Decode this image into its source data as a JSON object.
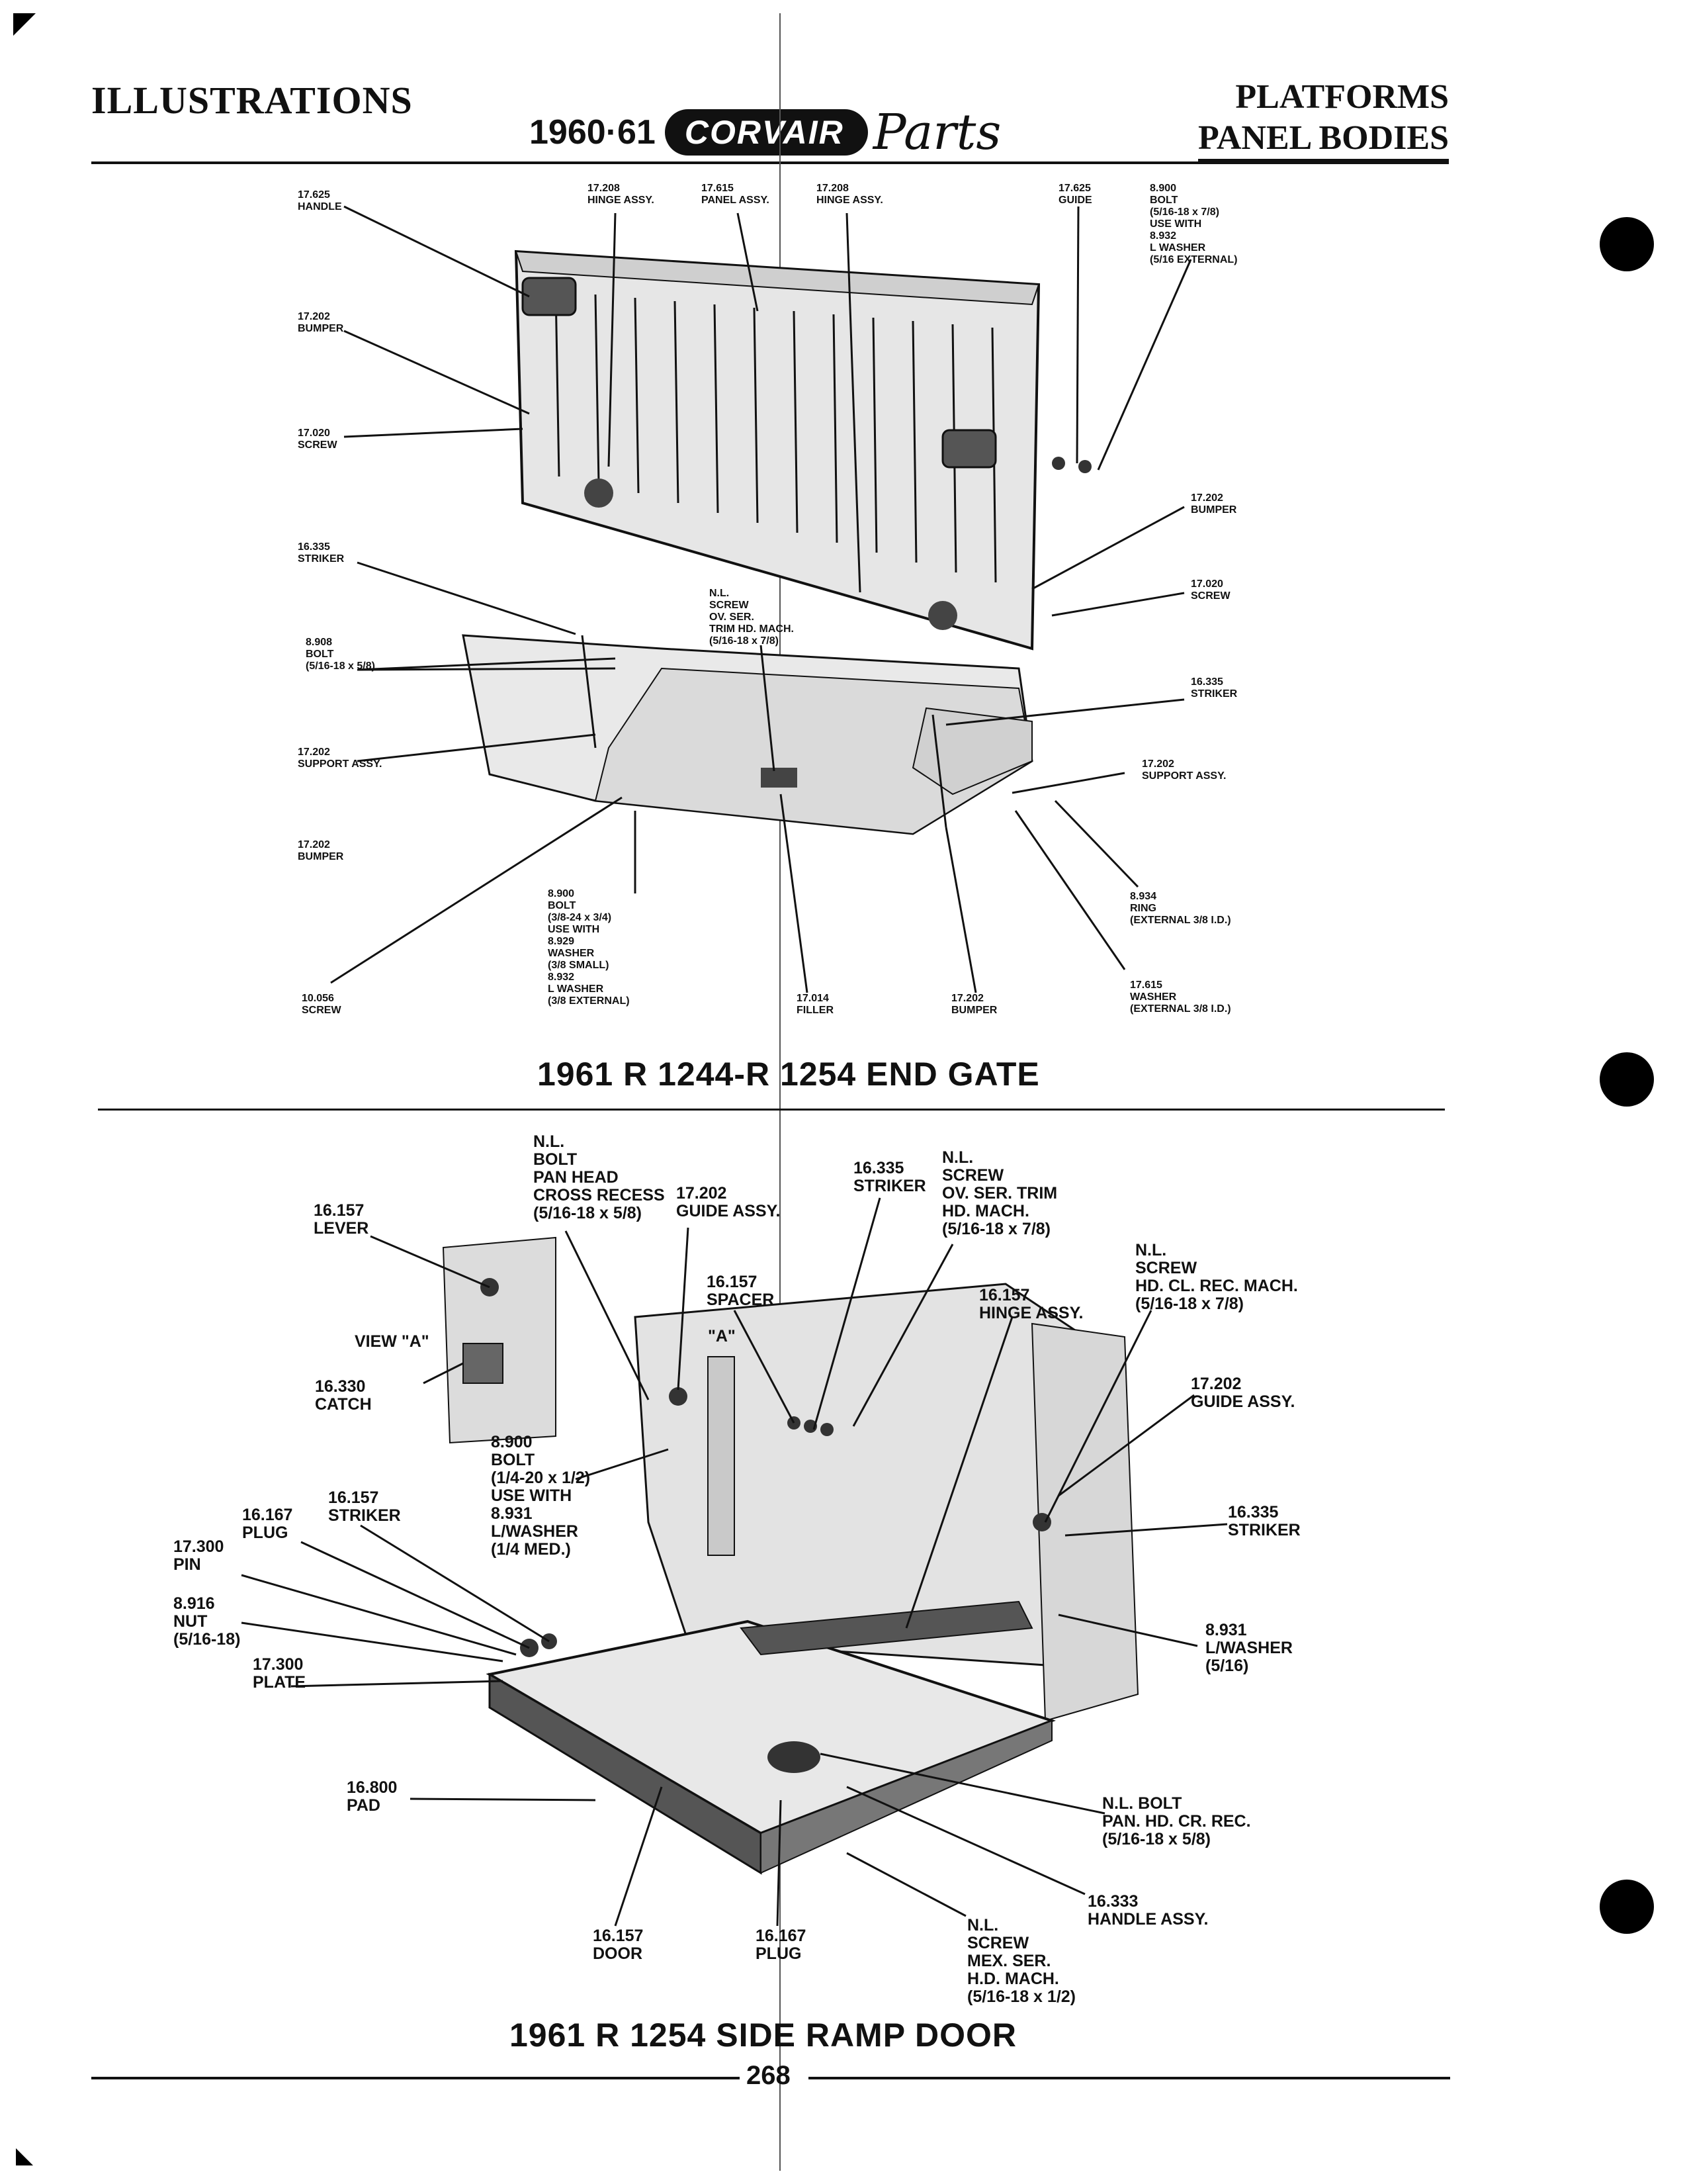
{
  "header": {
    "section_left": "ILLUSTRATIONS",
    "year": "1960·61",
    "brand": "CORVAIR",
    "brand_script": "Parts",
    "section_right_line1": "PLATFORMS",
    "section_right_line2": "PANEL BODIES"
  },
  "figure1": {
    "caption": "1961 R 1244-R 1254 END GATE",
    "labels": [
      "17.625\nHANDLE",
      "17.208\nHINGE ASSY.",
      "17.615\nPANEL ASSY.",
      "17.208\nHINGE ASSY.",
      "17.625\nGUIDE",
      "8.900\nBOLT\n(5/16-18 x 7/8)\nUSE WITH\n8.932\nL WASHER\n(5/16 EXTERNAL)",
      "17.202\nBUMPER",
      "17.020\nSCREW",
      "17.202\nBUMPER",
      "17.020\nSCREW",
      "16.335\nSTRIKER",
      "N.L.\nSCREW\nOV. SER.\nTRIM HD. MACH.\n(5/16-18 x 7/8)",
      "8.908\nBOLT\n(5/16-18 x 5/8)",
      "16.335\nSTRIKER",
      "17.202\nSUPPORT ASSY.",
      "17.202\nSUPPORT ASSY.",
      "17.202\nBUMPER",
      "8.934\nRING\n(EXTERNAL 3/8 I.D.)",
      "8.900\nBOLT\n(3/8-24 x 3/4)\nUSE WITH\n8.929\nWASHER\n(3/8 SMALL)\n8.932\nL WASHER\n(3/8 EXTERNAL)",
      "17.615\nWASHER\n(EXTERNAL 3/8 I.D.)",
      "10.056\nSCREW",
      "17.014\nFILLER",
      "17.202\nBUMPER"
    ]
  },
  "figure2": {
    "caption": "1961 R 1254 SIDE RAMP DOOR",
    "labels": [
      "N.L.\nBOLT\nPAN HEAD\nCROSS RECESS\n(5/16-18 x 5/8)",
      "17.202\nGUIDE ASSY.",
      "16.335\nSTRIKER",
      "N.L.\nSCREW\nOV. SER. TRIM\nHD. MACH.\n(5/16-18 x 7/8)",
      "16.157\nLEVER",
      "16.157\nSPACER",
      "16.157\nHINGE ASSY.",
      "N.L.\nSCREW\nHD. CL. REC. MACH.\n(5/16-18 x 7/8)",
      "VIEW \"A\"",
      "\"A\"",
      "16.330\nCATCH",
      "17.202\nGUIDE ASSY.",
      "8.900\nBOLT\n(1/4-20 x 1/2)\nUSE WITH\n8.931\nL/WASHER\n(1/4 MED.)",
      "16.335\nSTRIKER",
      "16.157\nSTRIKER",
      "16.167\nPLUG",
      "17.300\nPIN",
      "8.931\nL/WASHER\n(5/16)",
      "8.916\nNUT\n(5/16-18)",
      "17.300\nPLATE",
      "16.800\nPAD",
      "N.L. BOLT\nPAN. HD. CR. REC.\n(5/16-18 x 5/8)",
      "16.333\nHANDLE ASSY.",
      "16.157\nDOOR",
      "16.167\nPLUG",
      "N.L.\nSCREW\nMEX. SER.\nH.D. MACH.\n(5/16-18 x 1/2)"
    ]
  },
  "footer": {
    "page_number": "268"
  }
}
